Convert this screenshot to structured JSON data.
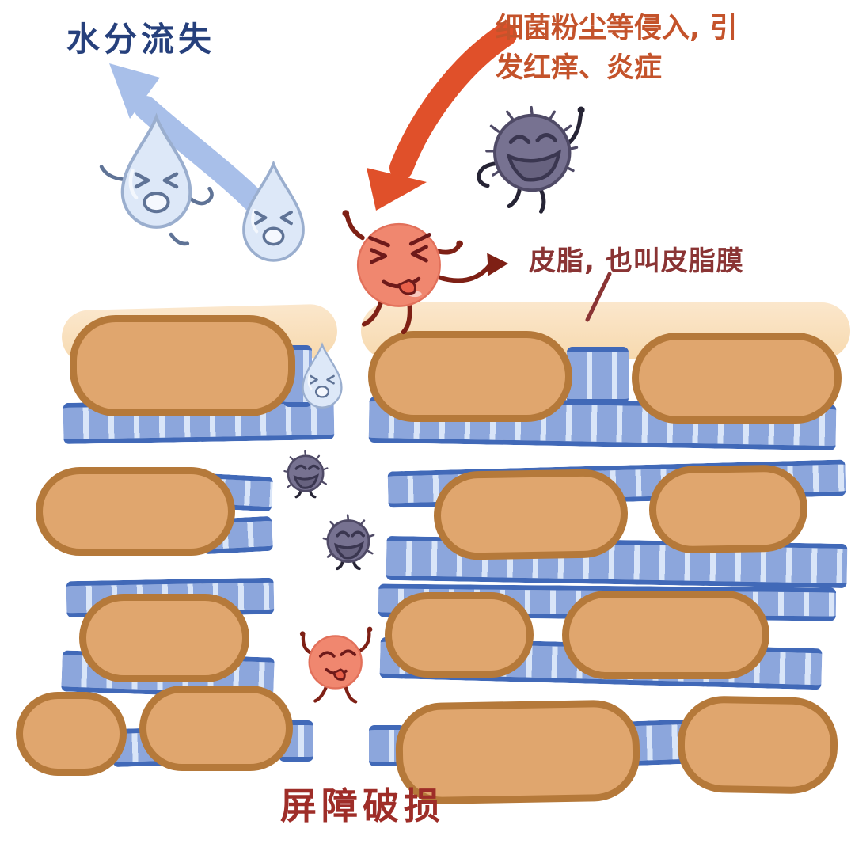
{
  "labels": {
    "water_loss": {
      "text": "水分流失",
      "color": "#26407C"
    },
    "invasion": {
      "line1": "细菌粉尘等侵入, 引",
      "line2": "发红痒、炎症",
      "color": "#C4532B"
    },
    "sebum": {
      "text": "皮脂, 也叫皮脂膜",
      "color": "#8A3434"
    },
    "barrier": {
      "text": "屏障破损",
      "color": "#9E2D28"
    }
  },
  "palette": {
    "text_blue": "#26407C",
    "text_orange": "#C4532B",
    "text_maroon": "#8A3434",
    "text_darkred": "#9E2D28",
    "arrow_blue": "#A8BFE9",
    "arrow_red": "#E0502A",
    "cell_fill": "#E0A66E",
    "cell_border": "#B5793A",
    "band_fill": "#8CA6DC",
    "band_stripe": "#D9E5F8",
    "band_edge": "#4169B8",
    "sebum_fill": "#F7D9AE",
    "sebum_light": "#FBE7CC",
    "drop_fill": "#DDE8F8",
    "drop_edge": "#9AAECE",
    "drop_face": "#5F7396",
    "drop_mouth": "#F5F8FE",
    "germ_fill": "#777291",
    "germ_edge": "#4F4A66",
    "germ_line": "#3A3650",
    "germ_mouth": "#67627F",
    "germ_limb": "#262435",
    "devil_fill": "#F0876F",
    "devil_edge": "#E2705A",
    "devil_face": "#6E1A1A",
    "devil_limb": "#7E2015",
    "tongue": "#E8604A"
  }
}
